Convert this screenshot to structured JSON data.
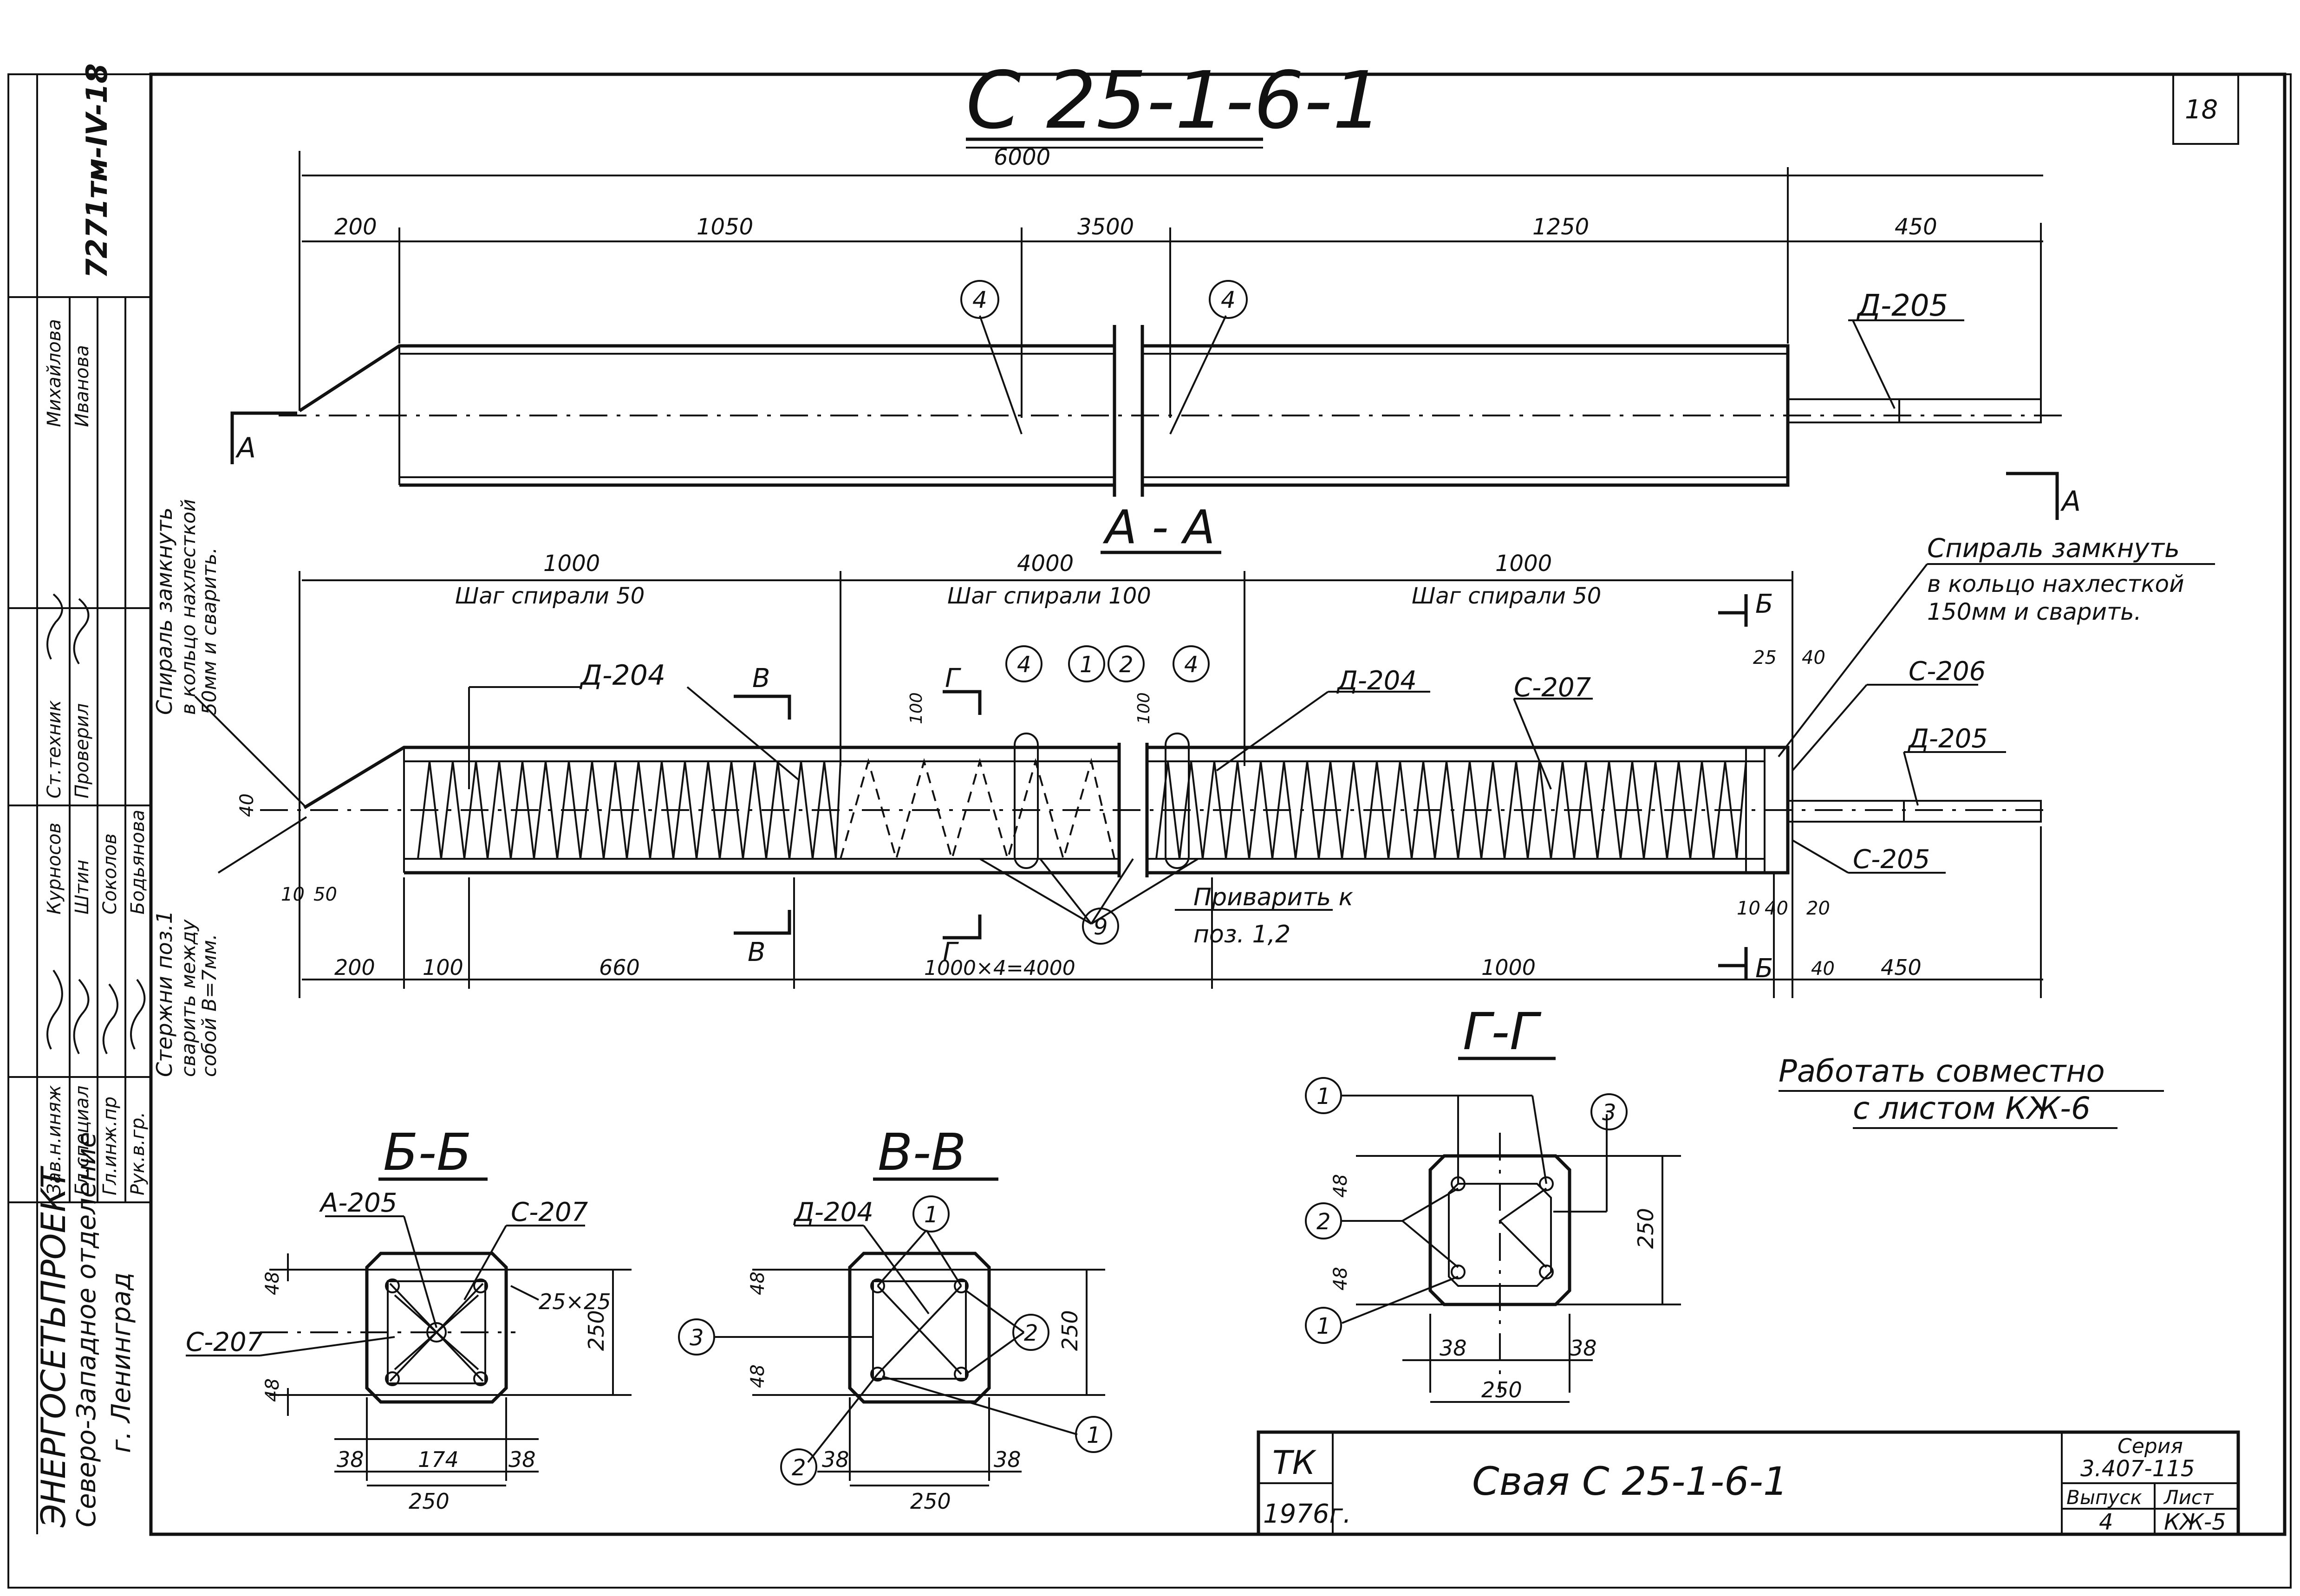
{
  "title": "С 25-1-6-1",
  "sheet_number": "18",
  "stamp": {
    "org_line1": "ЭНЕРГОСЕТЬПРОЕКТ",
    "org_line2": "Северо-Западное отделение",
    "org_line3": "г. Ленинград",
    "doc_code": "7271тм-IV-18",
    "roles": [
      "Зав.н.иняж",
      "Гл.специал",
      "Гл.инж.пр",
      "Рук.в.гр.",
      "Ст.техник",
      "Проверил"
    ],
    "names": [
      "Курносов",
      "Штин",
      "Соколов",
      "Бодьянова",
      "Михайлова",
      "Иванова"
    ]
  },
  "plan_view": {
    "overall": "6000",
    "dims": [
      "200",
      "1050",
      "3500",
      "1250",
      "450"
    ],
    "callouts": [
      "4",
      "4"
    ],
    "rod_label": "Д-205",
    "section_mark": "А"
  },
  "section_aa": {
    "title": "А - А",
    "top_dims": [
      "1000",
      "4000",
      "1000"
    ],
    "pitch_labels": [
      "Шаг спирали 50",
      "Шаг спирали 100",
      "Шаг спирали 50"
    ],
    "bottom_dims": [
      "200",
      "100",
      "660",
      "1000×4=4000",
      "1000",
      "450"
    ],
    "small_dims": [
      "40",
      "10",
      "50",
      "100",
      "100",
      "25",
      "40",
      "10",
      "40",
      "20",
      "40"
    ],
    "labels": [
      "Д-204",
      "Д-204",
      "С-207",
      "С-206",
      "Д-205",
      "С-205"
    ],
    "callouts": [
      "4",
      "1",
      "2",
      "4",
      "9"
    ],
    "marks": [
      "В",
      "В",
      "Г",
      "Г",
      "Б",
      "Б"
    ],
    "weld_note_line1": "Приварить к",
    "weld_note_line2": "поз. 1,2",
    "spiral_note_right": [
      "Спираль замкнуть",
      "в кольцо нахлесткой",
      "150мм и сварить."
    ],
    "spiral_note_left": [
      "Спираль замкнуть",
      "в кольцо нахлесткой",
      "50мм и сварить."
    ],
    "rods_note": [
      "Стержни поз.1",
      "сварить между",
      "собой В=7мм."
    ]
  },
  "section_bb": {
    "title": "Б-Б",
    "labels": [
      "А-205",
      "С-207",
      "С-207",
      "25×25"
    ],
    "dims": [
      "48",
      "48",
      "250",
      "38",
      "174",
      "38",
      "250"
    ]
  },
  "section_vv": {
    "title": "В-В",
    "labels": [
      "Д-204"
    ],
    "callouts": [
      "1",
      "2",
      "3",
      "2",
      "1"
    ],
    "dims": [
      "48",
      "48",
      "250",
      "38",
      "38",
      "250"
    ]
  },
  "section_gg": {
    "title": "Г-Г",
    "callouts": [
      "1",
      "2",
      "1",
      "3"
    ],
    "dims": [
      "48",
      "48",
      "250",
      "38",
      "38",
      "250"
    ]
  },
  "note": [
    "Работать совместно",
    "с листом КЖ-6"
  ],
  "title_block": {
    "mark": "ТК",
    "year": "1976г.",
    "name": "Свая С 25-1-6-1",
    "series_label": "Серия",
    "series": "3.407-115",
    "issue_label": "Выпуск",
    "issue": "4",
    "sheet_label": "Лист",
    "sheet": "КЖ-5"
  }
}
